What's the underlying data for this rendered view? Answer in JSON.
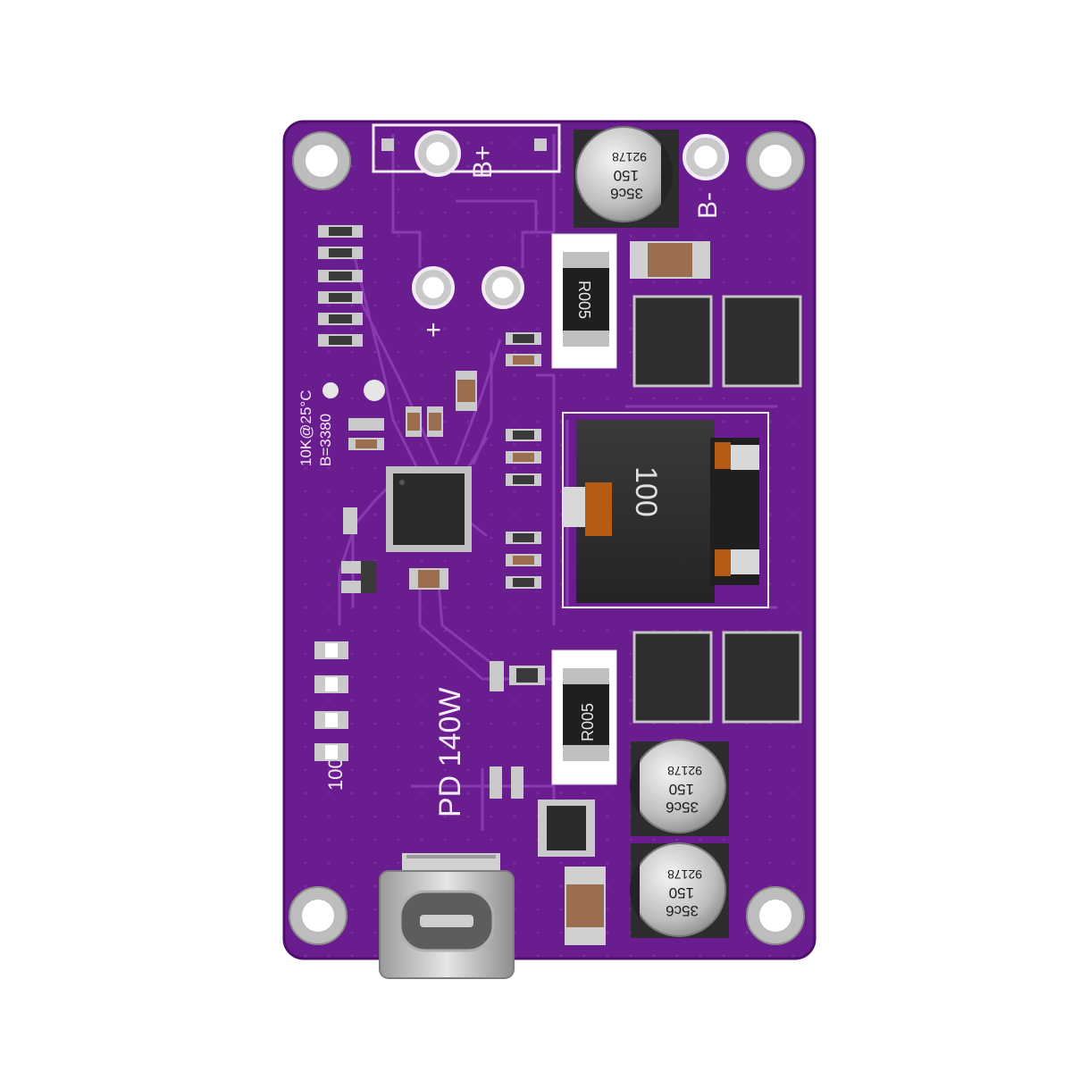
{
  "board": {
    "colors": {
      "solder_mask": "#6a1d8e",
      "solder_mask_dark": "#571578",
      "trace": "#7d2ea3",
      "silkscreen": "#f3ecf7",
      "pad": "#c9c9c9",
      "component": "#2b2b2b"
    },
    "silkscreen": {
      "b_plus": "B+",
      "b_minus": "B-",
      "plus": "+",
      "thermistor_line1": "10K@25°C",
      "thermistor_line2": "B=3380",
      "product": "PD 140W",
      "led_label": "100"
    },
    "components": {
      "capacitor_marking_line1": "35c6",
      "capacitor_marking_line2": "150",
      "capacitor_marking_line3": "92178",
      "shunt_resistor_marking": "R005",
      "inductor_marking": "100"
    }
  }
}
